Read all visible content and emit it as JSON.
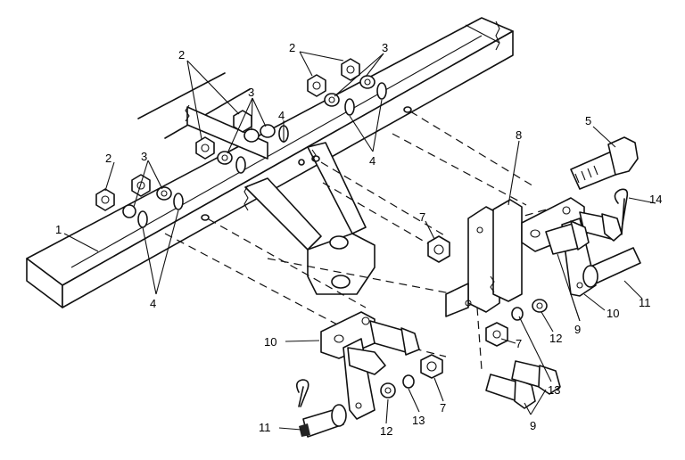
{
  "labels": [
    {
      "id": "l1a",
      "text": "1"
    },
    {
      "id": "l2a",
      "text": "2"
    },
    {
      "id": "l2b",
      "text": "2"
    },
    {
      "id": "l2c",
      "text": "2"
    },
    {
      "id": "l3a",
      "text": "3"
    },
    {
      "id": "l3b",
      "text": "3"
    },
    {
      "id": "l3c",
      "text": "3"
    },
    {
      "id": "l4a",
      "text": "4"
    },
    {
      "id": "l4b",
      "text": "4"
    },
    {
      "id": "l4c",
      "text": "4"
    },
    {
      "id": "l5a",
      "text": "5"
    },
    {
      "id": "l7a",
      "text": "7"
    },
    {
      "id": "l7b",
      "text": "7"
    },
    {
      "id": "l7c",
      "text": "7"
    },
    {
      "id": "l8a",
      "text": "8"
    },
    {
      "id": "l9a",
      "text": "9"
    },
    {
      "id": "l9b",
      "text": "9"
    },
    {
      "id": "l10a",
      "text": "10"
    },
    {
      "id": "l10b",
      "text": "10"
    },
    {
      "id": "l11a",
      "text": "11"
    },
    {
      "id": "l11b",
      "text": "11"
    },
    {
      "id": "l12a",
      "text": "12"
    },
    {
      "id": "l12b",
      "text": "12"
    },
    {
      "id": "l13a",
      "text": "13"
    },
    {
      "id": "l13b",
      "text": "13"
    },
    {
      "id": "l14a",
      "text": "14"
    }
  ]
}
